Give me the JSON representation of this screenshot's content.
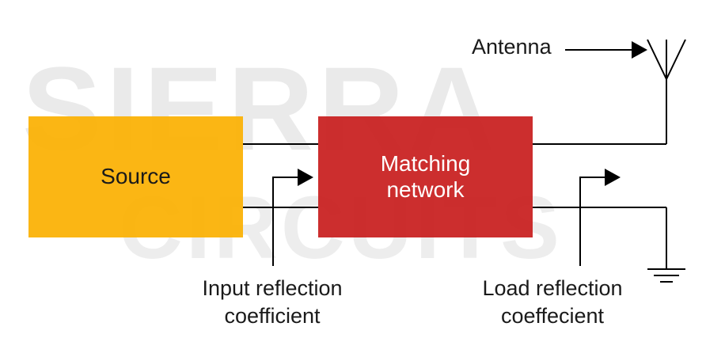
{
  "watermark": {
    "line1": "SIERRA",
    "line2": "CIRCUITS"
  },
  "blocks": {
    "source": "Source",
    "matching_line1": "Matching",
    "matching_line2": "network"
  },
  "labels": {
    "antenna": "Antenna",
    "input_line1": "Input reflection",
    "input_line2": "coefficient",
    "load_line1": "Load reflection",
    "load_line2": "coeffecient"
  },
  "colors": {
    "source": "#fbb000",
    "matching": "#c81e1e",
    "line": "#000000",
    "watermark": "#d9d9d9"
  }
}
